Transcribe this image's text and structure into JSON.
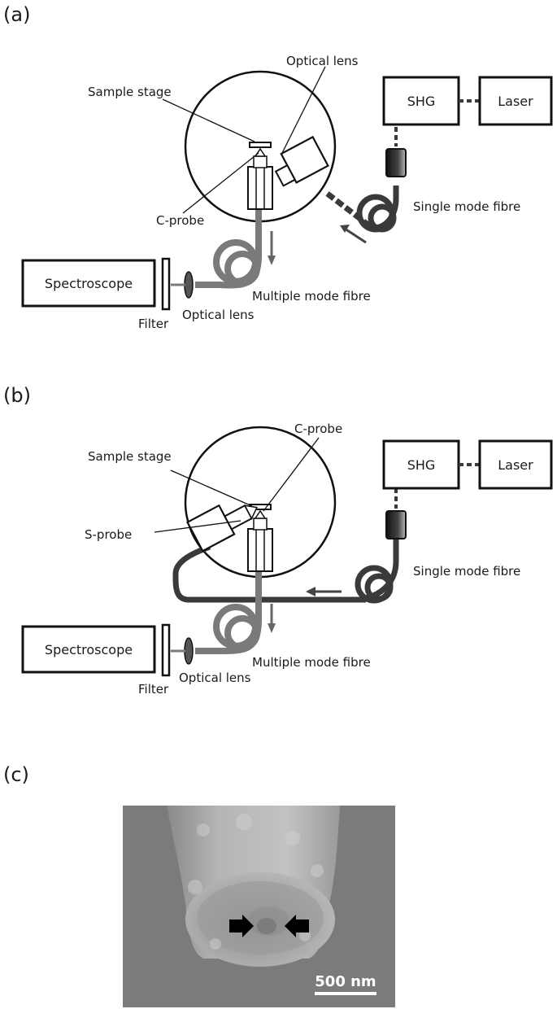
{
  "panel_a": {
    "panel_label": "(a)",
    "labels": {
      "sample_stage": "Sample stage",
      "optical_lens_top": "Optical lens",
      "c_probe": "C-probe",
      "shg": "SHG",
      "laser": "Laser",
      "single_mode_fibre": "Single mode fibre",
      "spectroscope": "Spectroscope",
      "filter": "Filter",
      "optical_lens_bottom": "Optical lens",
      "multiple_mode_fibre": "Multiple mode fibre"
    }
  },
  "panel_b": {
    "panel_label": "(b)",
    "labels": {
      "c_probe": "C-probe",
      "sample_stage": "Sample stage",
      "s_probe": "S-probe",
      "shg": "SHG",
      "laser": "Laser",
      "single_mode_fibre": "Single mode fibre",
      "spectroscope": "Spectroscope",
      "filter": "Filter",
      "optical_lens": "Optical lens",
      "multiple_mode_fibre": "Multiple mode fibre"
    }
  },
  "panel_c": {
    "panel_label": "(c)",
    "scale_bar": "500 nm"
  },
  "colors": {
    "dark_fibre": "#3a3a3a",
    "grey_fibre": "#7a7a7a",
    "sem_background": "#7b7b7b"
  }
}
